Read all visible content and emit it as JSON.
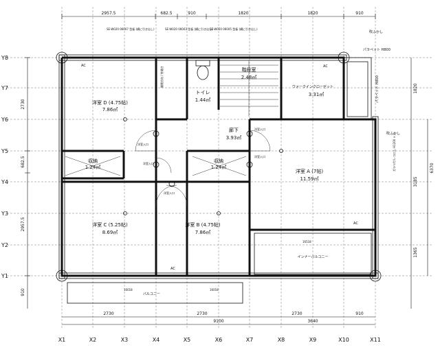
{
  "axes": {
    "x": [
      "X1",
      "X2",
      "X3",
      "X4",
      "X5",
      "X6",
      "X7",
      "X8",
      "X9",
      "X10",
      "X11"
    ],
    "y": [
      "Y8",
      "Y7",
      "Y6",
      "Y5",
      "Y4",
      "Y3",
      "Y2",
      "Y1"
    ]
  },
  "dims": {
    "top": [
      "2957.5",
      "682.5",
      "910",
      "1820",
      "1820",
      "910"
    ],
    "bottom_row1": [
      "2730",
      "2730",
      "2730",
      "910"
    ],
    "bottom_row2": [
      "9100",
      "3640"
    ],
    "left": [
      "2730",
      "682.5",
      "2957.5",
      "910"
    ],
    "right": [
      "1820",
      "3185",
      "6370",
      "1365"
    ]
  },
  "rooms": {
    "room_d": {
      "name": "洋室 D (4.75帖)",
      "area": "7.86㎡"
    },
    "toilet": {
      "name": "トイレ",
      "area": "1.44㎡"
    },
    "stair": {
      "name": "階段室",
      "area": "2.48㎡"
    },
    "walkin": {
      "name": "ウォークインクローゼット",
      "area": "3.31㎡"
    },
    "hall": {
      "name": "廊下",
      "area": "3.93㎡"
    },
    "storage1": {
      "name": "収納",
      "area": "1.24㎡"
    },
    "storage2": {
      "name": "収納",
      "area": "1.24㎡"
    },
    "room_a": {
      "name": "洋室 A (7帖)",
      "area": "11.59㎡"
    },
    "room_c": {
      "name": "洋室 C (5.25帖)",
      "area": "8.69㎡"
    },
    "room_b": {
      "name": "洋室 B (4.75帖)",
      "area": "7.86㎡"
    }
  },
  "labels": {
    "balcony": "バルコニー",
    "balcony2": "インナーバルコニー",
    "parapet_top": "パラペット H800",
    "parapet_right": "パラペット H800",
    "fukikashi_top": "吹ふかし",
    "fukikashi_right": "吹ふかし",
    "ac1": "AC",
    "ac2": "AC",
    "ac3": "AC",
    "ac4": "AC",
    "nyuguchi1": "洋室入口",
    "nyuguchi2": "洋室入口",
    "nyuguchi3": "洋室入口",
    "nyuguchi4": "洋室入口",
    "nyuguchi5": "洋室入口",
    "sash1": "SE-W020 06007 型板 (横に引き出し)",
    "sash2": "SE-W020 06003 型板 (横に引き出し)",
    "sash3": "SE-W020 06005 型板 (横に引き出し)",
    "kaiheiho": "開閉方向 / 外開き",
    "note_right": "ガラリ付 L-コロ上 H1200 × 2",
    "note_bottom_1": "16018",
    "note_bottom_2": "16018",
    "note_bottom_3": "16518"
  }
}
